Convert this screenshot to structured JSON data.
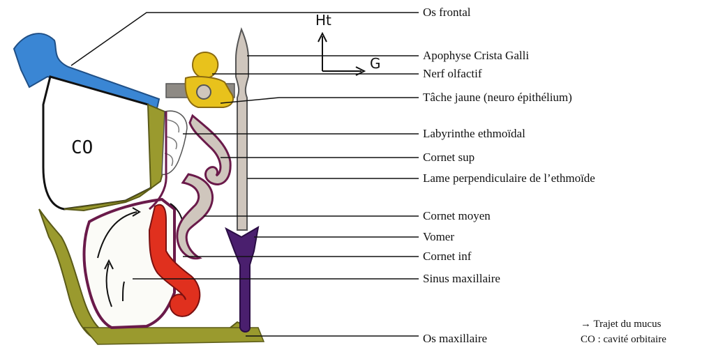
{
  "labels": [
    "Os frontal",
    "Apophyse Crista Galli",
    "Nerf olfactif",
    "Tâche jaune (neuro épithélium)",
    "Labyrinthe ethmoïdal",
    "Cornet sup",
    "Lame perpendiculaire de l’ethmoïde",
    "Cornet moyen",
    "Vomer",
    "Cornet inf",
    "Sinus maxillaire",
    "Os maxillaire"
  ],
  "drawing": {
    "orbit_label": "CO",
    "axis_up": "Ht",
    "axis_right": "G"
  },
  "legend": {
    "mucus": "→ Trajet du mucus",
    "orbit": "CO : cavité orbitaire"
  },
  "colors": {
    "frontal": "#3a86d4",
    "maxillary": "#9a9a2e",
    "ethmoid_plate": "#cfc6bd",
    "olfactory": "#e8c21c",
    "vomer": "#4a1f6e",
    "inferior_turbinate": "#e0301e",
    "mucosa": "#6a1a4a"
  }
}
